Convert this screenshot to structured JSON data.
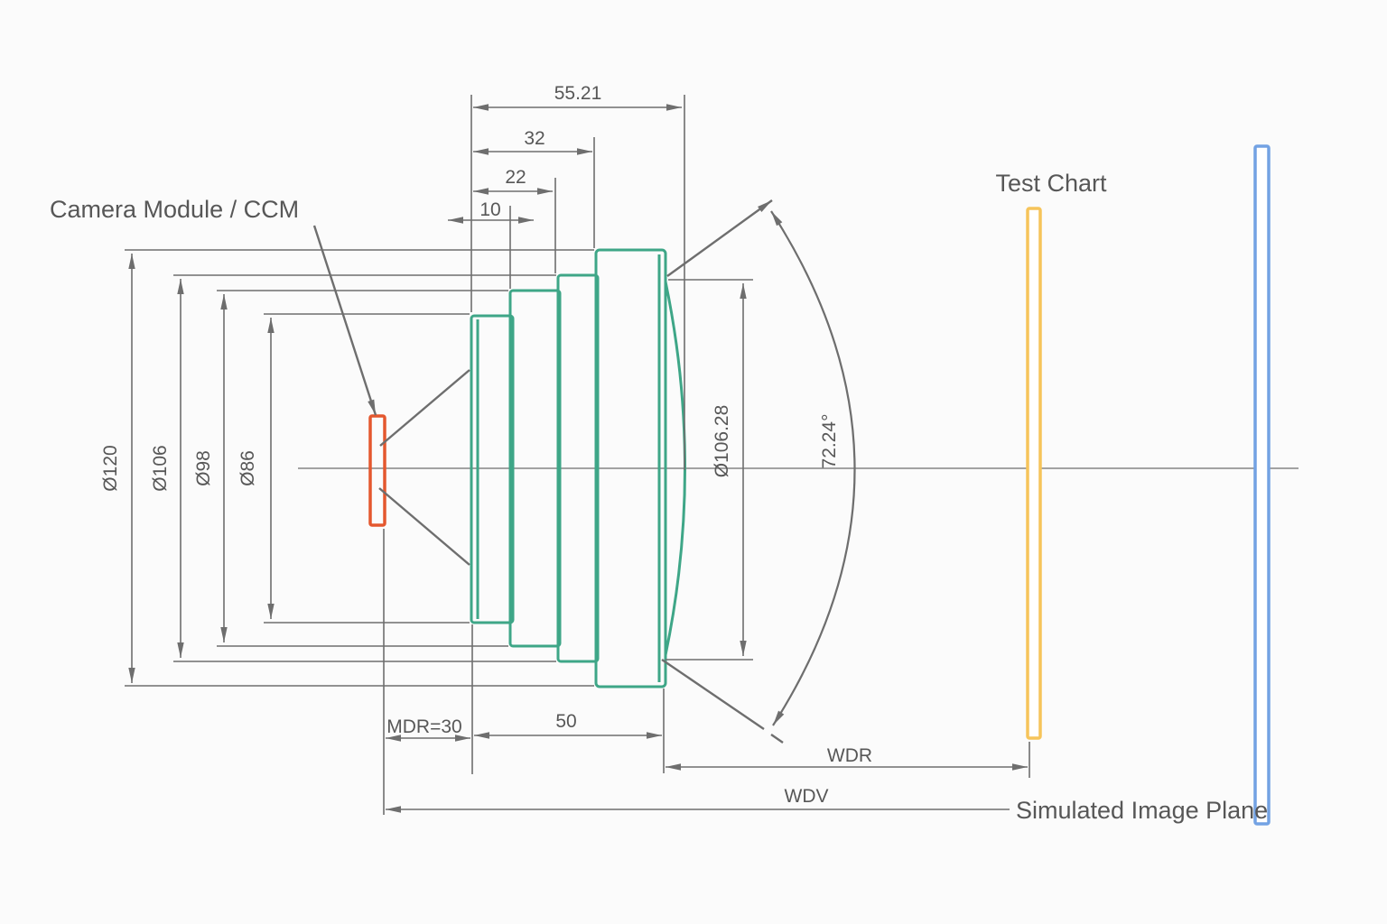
{
  "colors": {
    "background": "#fbfbfb",
    "line_gray": "#6e6e6e",
    "text_gray": "#575757",
    "lens_green": "#3ea687",
    "module_orange": "#e4572e",
    "chart_yellow": "#f6c45a",
    "plane_blue": "#73a2e3"
  },
  "labels": {
    "camera_module": "Camera Module / CCM",
    "test_chart": "Test Chart",
    "simulated_image_plane": "Simulated Image Plane"
  },
  "dims": {
    "length_total": "55.21",
    "length_32": "32",
    "length_22": "22",
    "length_10": "10",
    "dia_120": "Ø120",
    "dia_106": "Ø106",
    "dia_98": "Ø98",
    "dia_86": "Ø86",
    "dia_front": "Ø106.28",
    "fov_angle": "72.24°",
    "mdr": "MDR=30",
    "length_50": "50",
    "wdr": "WDR",
    "wdv": "WDV"
  }
}
